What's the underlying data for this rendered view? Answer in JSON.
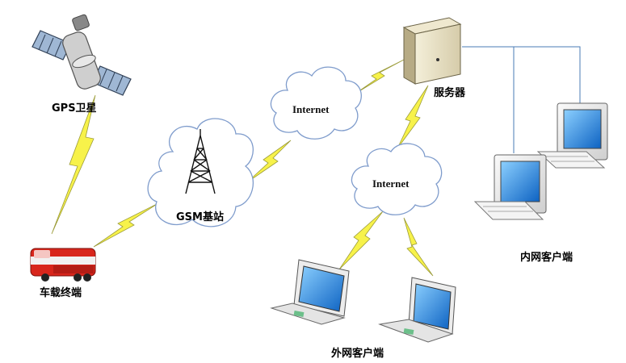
{
  "nodes": {
    "gps_satellite": {
      "label": "GPS卫星"
    },
    "vehicle_terminal": {
      "label": "车载终端"
    },
    "gsm_station": {
      "label": "GSM基站"
    },
    "internet_top": {
      "label": "Internet"
    },
    "internet_bottom": {
      "label": "Internet"
    },
    "server": {
      "label": "服务器"
    },
    "intranet_clients": {
      "label": "内网客户端"
    },
    "extranet_clients": {
      "label": "外网客户端"
    }
  },
  "colors": {
    "bolt_fill": "#f7f24a",
    "cloud_stroke": "#7f9ccc",
    "screen_blue": "#1e7fd6",
    "truck_red": "#d8261c",
    "lan_line": "#4a7bb5"
  }
}
